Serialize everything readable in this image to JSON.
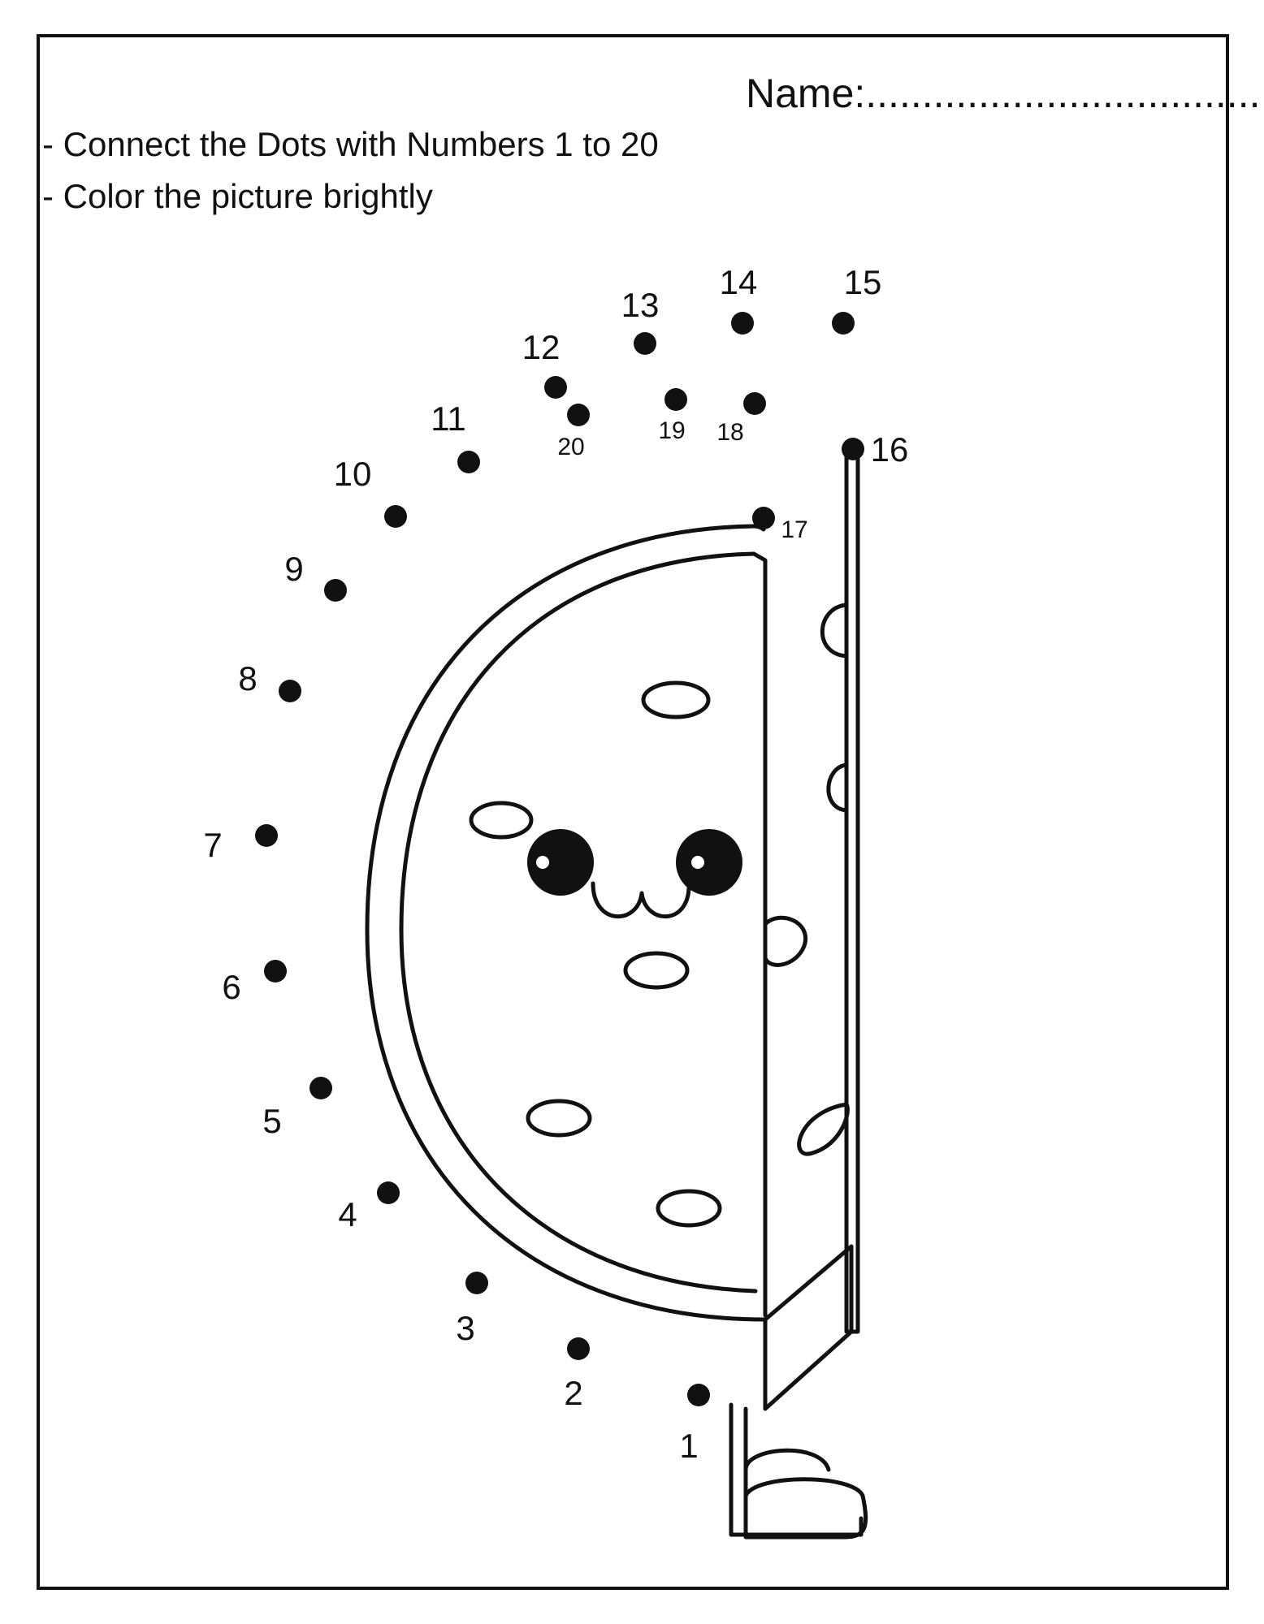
{
  "worksheet": {
    "name_label": "Name:...................................",
    "instructions": [
      "- Connect the Dots with Numbers 1 to 20",
      "- Color the picture brightly"
    ]
  },
  "dots": [
    {
      "label": "1"
    },
    {
      "label": "2"
    },
    {
      "label": "3"
    },
    {
      "label": "4"
    },
    {
      "label": "5"
    },
    {
      "label": "6"
    },
    {
      "label": "7"
    },
    {
      "label": "8"
    },
    {
      "label": "9"
    },
    {
      "label": "10"
    },
    {
      "label": "11"
    },
    {
      "label": "12"
    },
    {
      "label": "13"
    },
    {
      "label": "14"
    },
    {
      "label": "15"
    },
    {
      "label": "16"
    },
    {
      "label": "17"
    },
    {
      "label": "18"
    },
    {
      "label": "19"
    },
    {
      "label": "20"
    }
  ],
  "colors": {
    "ink": "#111111",
    "paper": "#ffffff"
  }
}
